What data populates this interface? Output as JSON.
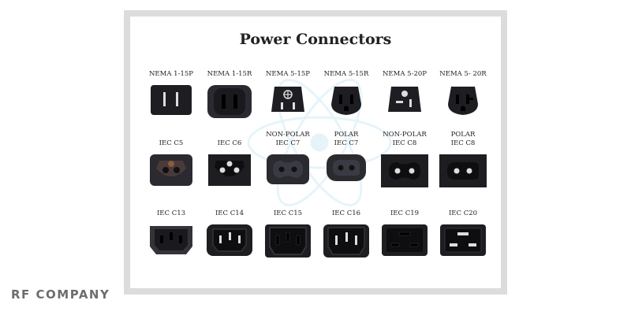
{
  "title": "Power Connectors",
  "brand": "RF COMPANY",
  "rows": [
    [
      {
        "label": "NEMA 1-15P"
      },
      {
        "label": "NEMA 1-15R"
      },
      {
        "label": "NEMA 5-15P"
      },
      {
        "label": "NEMA 5-15R"
      },
      {
        "label": "NEMA 5-20P"
      },
      {
        "label": "NEMA 5- 20R"
      }
    ],
    [
      {
        "label": "IEC C5"
      },
      {
        "label": "IEC C6"
      },
      {
        "label": "NON-POLAR\nIEC C7"
      },
      {
        "label": "POLAR\nIEC C7"
      },
      {
        "label": "NON-POLAR\nIEC C8"
      },
      {
        "label": "POLAR\nIEC C8"
      }
    ],
    [
      {
        "label": "IEC C13"
      },
      {
        "label": "IEC C14"
      },
      {
        "label": "IEC C15"
      },
      {
        "label": "IEC C16"
      },
      {
        "label": "IEC C19"
      },
      {
        "label": "IEC C20"
      }
    ]
  ],
  "colors": {
    "plug_body": "#1e1e22",
    "frame": "#dcdcdc",
    "atom": "#9fd6ee",
    "brand": "#6d6d6d"
  }
}
